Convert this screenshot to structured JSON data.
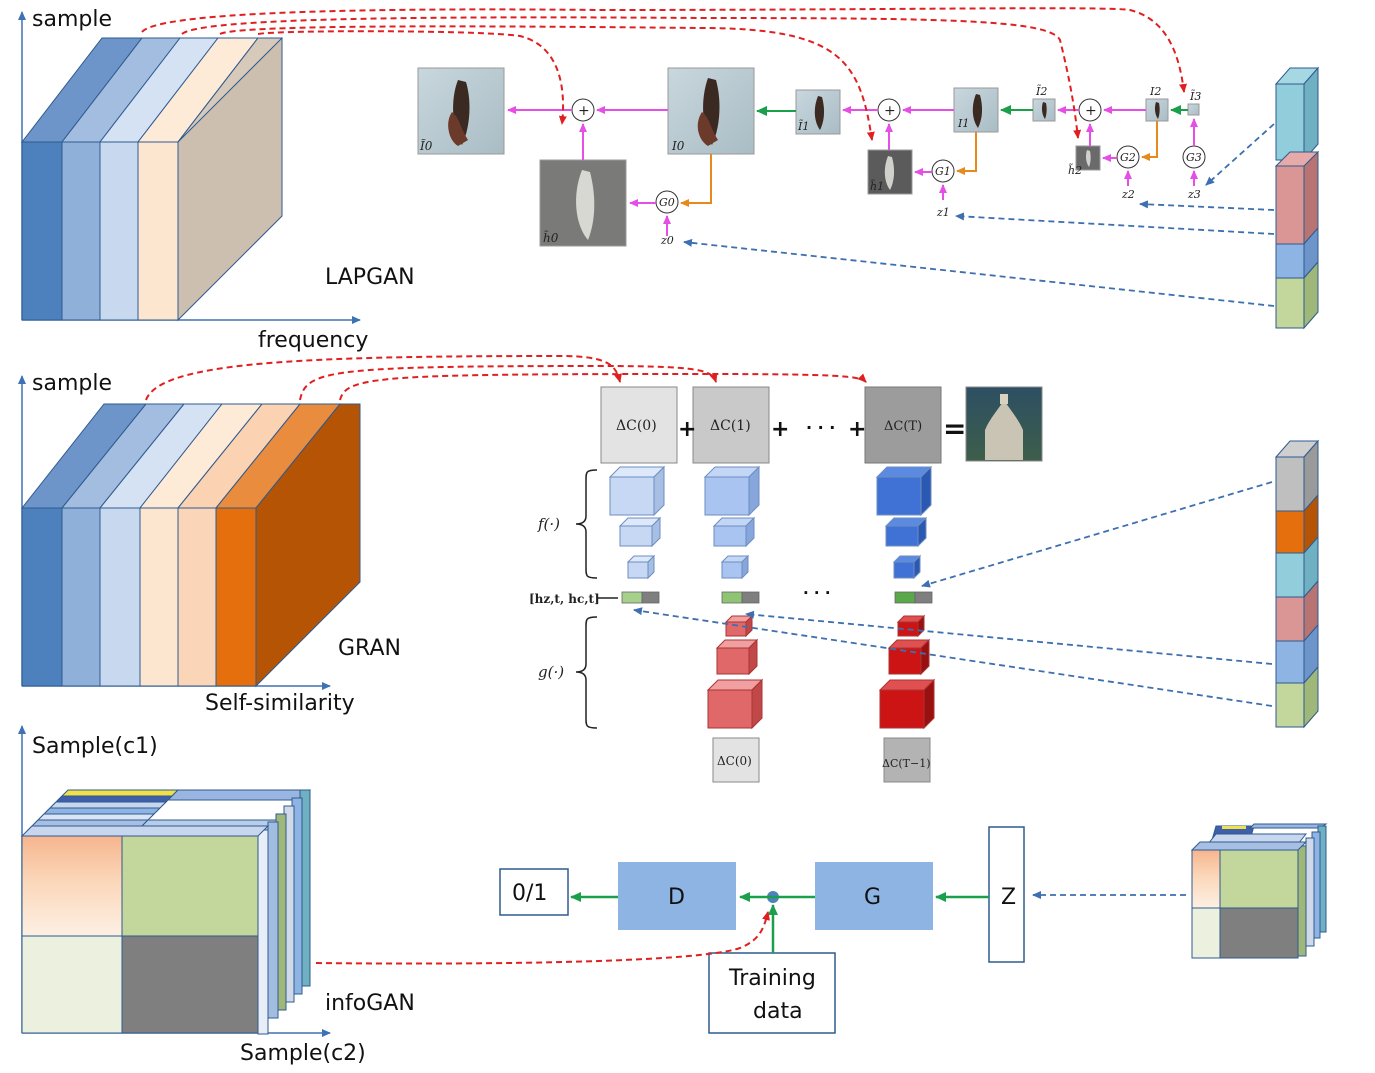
{
  "colors": {
    "axis": "#3f72b5",
    "red_dashed": "#e02020",
    "blue_dashed": "#3e6fb0",
    "magenta": "#e64fe6",
    "orange": "#e68a1e",
    "green": "#1aa04a",
    "box_blue": "#8db4e3",
    "gray_box": "#d9d9d9"
  },
  "lapgan": {
    "name": "LAPGAN",
    "y_axis": "sample",
    "x_axis": "frequency",
    "images": {
      "I0t": "Ĩ0",
      "h0t": "h̃0",
      "I0": "I0",
      "I1t": "Ĩ1",
      "h1t": "h̃1",
      "I1": "I1",
      "I2t": "Ĩ2",
      "h2t": "h̃2",
      "I2": "I2",
      "I3t": "Ĩ3"
    },
    "generators": [
      "G0",
      "G1",
      "G2",
      "G3"
    ],
    "noise": [
      "z0",
      "z1",
      "z2",
      "z3"
    ],
    "plus": "+"
  },
  "gran": {
    "name": "GRAN",
    "y_axis": "sample",
    "x_axis": "Self-similarity",
    "canvases": [
      "ΔC(0)",
      "ΔC(1)",
      "ΔC(T)"
    ],
    "ops": {
      "plus": "+",
      "equals": "=",
      "dots": "· · ·"
    },
    "f_label": "f(·)",
    "g_label": "g(·)",
    "h_label": "[hz,t, hc,t]",
    "bottom_canvases": [
      "ΔC(0)",
      "ΔC(T−1)"
    ],
    "dots_mid": "· · ·"
  },
  "infogan": {
    "name": "infoGAN",
    "y_axis": "Sample(c1)",
    "x_axis": "Sample(c2)",
    "output": "0/1",
    "discriminator": "D",
    "generator": "G",
    "noise": "Z",
    "training_line1": "Training",
    "training_line2": "data"
  }
}
